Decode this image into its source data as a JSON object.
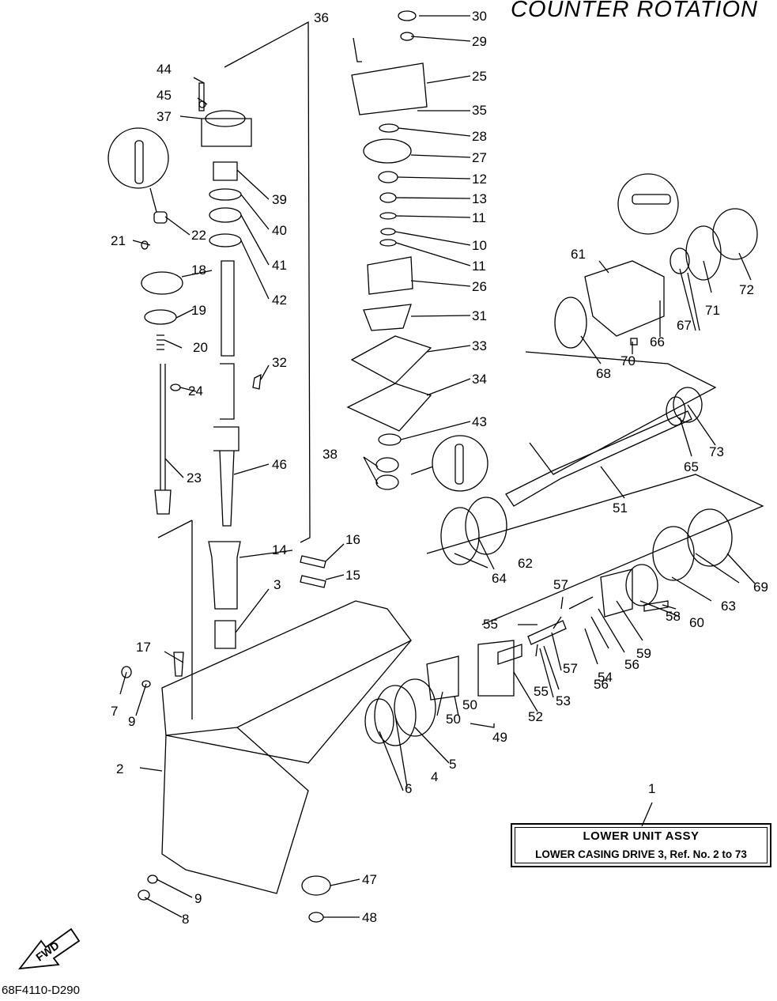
{
  "header": {
    "title": "COUNTER  ROTATION"
  },
  "footer": {
    "code": "68F4110-D290"
  },
  "assembly": {
    "title": "LOWER  UNIT ASSY",
    "subtitle": "LOWER CASING DRIVE 3, Ref. No. 2 to 73"
  },
  "fwd_label": "FWD",
  "callouts": [
    "1",
    "2",
    "3",
    "4",
    "5",
    "6",
    "7",
    "8",
    "9",
    "9",
    "10",
    "11",
    "11",
    "12",
    "13",
    "14",
    "15",
    "16",
    "17",
    "18",
    "19",
    "20",
    "21",
    "22",
    "23",
    "24",
    "25",
    "26",
    "27",
    "28",
    "29",
    "30",
    "31",
    "32",
    "33",
    "34",
    "35",
    "36",
    "37",
    "38",
    "39",
    "40",
    "41",
    "42",
    "43",
    "44",
    "45",
    "46",
    "47",
    "48",
    "49",
    "50",
    "50",
    "51",
    "52",
    "53",
    "54",
    "55",
    "55",
    "56",
    "56",
    "57",
    "57",
    "58",
    "59",
    "60",
    "61",
    "62",
    "63",
    "64",
    "65",
    "66",
    "67",
    "68",
    "69",
    "70",
    "71",
    "72",
    "73"
  ]
}
